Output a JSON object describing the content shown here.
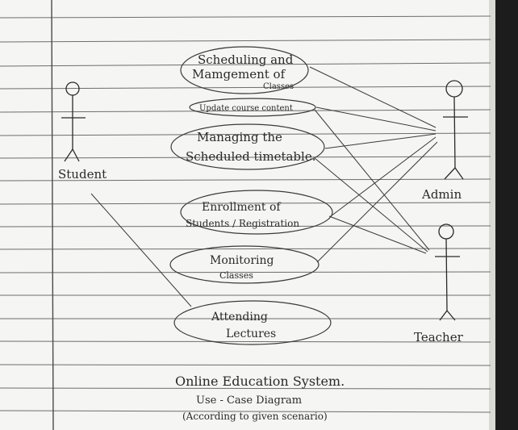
{
  "diagram": {
    "actors": {
      "student": "Student",
      "admin": "Admin",
      "teacher": "Teacher"
    },
    "use_cases": {
      "scheduling": [
        "Scheduling and",
        "Mamgement of",
        "Classes"
      ],
      "update_content": [
        "Update course content"
      ],
      "managing_timetable": [
        "Managing the",
        "Scheduled timetable."
      ],
      "enrollment": [
        "Enrollment of",
        "Students / Registration"
      ],
      "monitoring": [
        "Monitoring",
        "Classes"
      ],
      "attending": [
        "Attending",
        "Lectures"
      ]
    },
    "caption": {
      "title": "Online Education System.",
      "subtitle": "Use - Case  Diagram",
      "note": "(According to given scenario)"
    }
  }
}
